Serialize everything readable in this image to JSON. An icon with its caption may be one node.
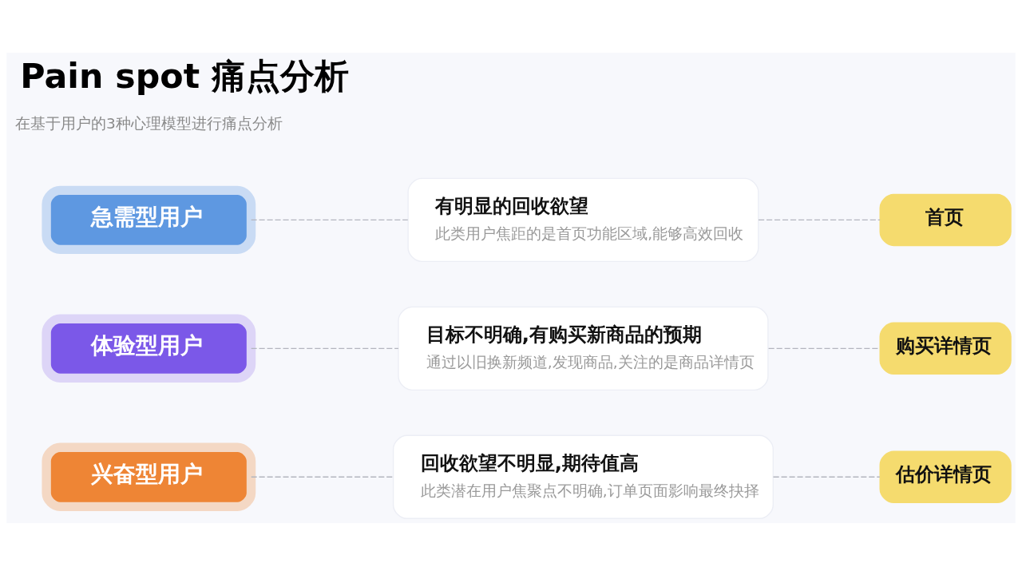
{
  "diagram": {
    "title": "Pain spot 痛点分析",
    "nodes": [
      {
        "text": [
          "急需型用户"
        ]
      },
      {
        "text": [
          "有明显的回收欲望",
          "此类用户焦距的是首页功能区域,能够高效回收"
        ]
      },
      {
        "text": [
          "首页"
        ]
      },
      {
        "text": [
          "体验型用户"
        ]
      },
      {
        "text": [
          "目标不明确,有购买新商品的预期",
          "通过以旧换新频道,发现商品,关注的是商品详情页"
        ]
      },
      {
        "text": [
          "购买详情页"
        ]
      },
      {
        "text": [
          "兴奋型用户"
        ]
      },
      {
        "text": [
          "回收欲望不明显,期待值高",
          "此类潜在用户焦聚点不明确,订单页面影响最终抉择"
        ]
      },
      {
        "text": [
          "估价详情页"
        ]
      }
    ],
    "edges": [
      {
        "from": 0,
        "to": 1,
        "arrow": "none",
        "style": "dashed"
      },
      {
        "from": 1,
        "to": 2,
        "arrow": "none",
        "style": "dashed"
      },
      {
        "from": 3,
        "to": 4,
        "arrow": "none",
        "style": "dashed"
      },
      {
        "from": 4,
        "to": 5,
        "arrow": "none",
        "style": "dashed"
      },
      {
        "from": 6,
        "to": 7,
        "arrow": "none",
        "style": "dashed"
      },
      {
        "from": 7,
        "to": 8,
        "arrow": "none",
        "style": "dashed"
      }
    ],
    "labels": [
      "在基于用户的3种心理模型进行痛点分析"
    ]
  }
}
